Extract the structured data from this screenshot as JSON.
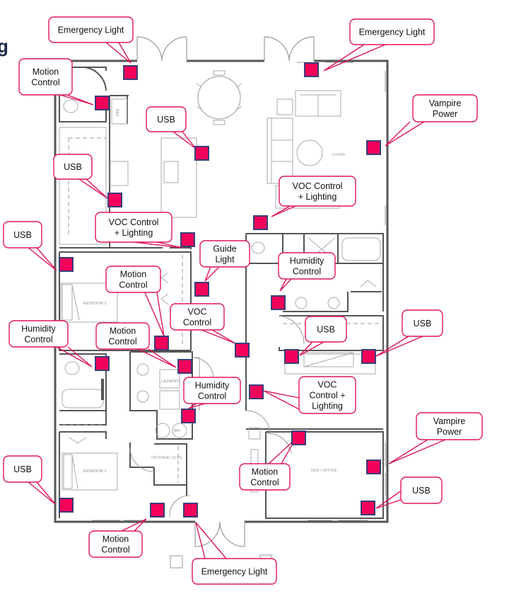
{
  "title_fragment": "g",
  "colors": {
    "marker_fill": "#f2005a",
    "marker_border": "#3a3f78",
    "callout_border": "#e0145f",
    "leader": "#e0145f",
    "wall": "#555555"
  },
  "rooms": [
    {
      "id": "living",
      "label": "LIVING"
    },
    {
      "id": "bedroom3",
      "label": "BEDROOM 3"
    },
    {
      "id": "bedroom2",
      "label": "BEDROOM 2"
    },
    {
      "id": "laundry",
      "label": "LAUNDRY"
    },
    {
      "id": "optional-clos",
      "label": "OPTIONAL CLOS."
    },
    {
      "id": "den-office",
      "label": "DEN / OFFICE"
    },
    {
      "id": "ref",
      "label": "REF"
    },
    {
      "id": "wh",
      "label": "WH"
    }
  ],
  "callouts": [
    {
      "id": "emergency-light-top-left",
      "lines": [
        "Emergency Light"
      ],
      "type": "emergency-light"
    },
    {
      "id": "emergency-light-top-right",
      "lines": [
        "Emergency Light"
      ],
      "type": "emergency-light"
    },
    {
      "id": "motion-control-powder",
      "lines": [
        "Motion",
        "Control"
      ],
      "type": "motion-control"
    },
    {
      "id": "usb-kitchen-island",
      "lines": [
        "USB"
      ],
      "type": "usb"
    },
    {
      "id": "vampire-power-living",
      "lines": [
        "Vampire",
        "Power"
      ],
      "type": "vampire-power"
    },
    {
      "id": "usb-kitchen",
      "lines": [
        "USB"
      ],
      "type": "usb"
    },
    {
      "id": "voc-lighting-living",
      "lines": [
        "VOC Control",
        "+ Lighting"
      ],
      "type": "voc-lighting"
    },
    {
      "id": "voc-lighting-kitchen",
      "lines": [
        "VOC Control",
        "+ Lighting"
      ],
      "type": "voc-lighting"
    },
    {
      "id": "usb-bedroom3",
      "lines": [
        "USB"
      ],
      "type": "usb"
    },
    {
      "id": "guide-light",
      "lines": [
        "Guide",
        "Light"
      ],
      "type": "guide-light"
    },
    {
      "id": "humidity-control-master-bath",
      "lines": [
        "Humidity",
        "Control"
      ],
      "type": "humidity-control"
    },
    {
      "id": "motion-control-bedroom3",
      "lines": [
        "Motion",
        "Control"
      ],
      "type": "motion-control"
    },
    {
      "id": "voc-control-hall",
      "lines": [
        "VOC",
        "Control"
      ],
      "type": "voc-control"
    },
    {
      "id": "usb-master-left",
      "lines": [
        "USB"
      ],
      "type": "usb"
    },
    {
      "id": "usb-master-right",
      "lines": [
        "USB"
      ],
      "type": "usb"
    },
    {
      "id": "humidity-control-bath2",
      "lines": [
        "Humidity",
        "Control"
      ],
      "type": "humidity-control"
    },
    {
      "id": "motion-control-laundry",
      "lines": [
        "Motion",
        "Control"
      ],
      "type": "motion-control"
    },
    {
      "id": "humidity-control-laundry",
      "lines": [
        "Humidity",
        "Control"
      ],
      "type": "humidity-control"
    },
    {
      "id": "voc-lighting-master",
      "lines": [
        "VOC",
        "Control +",
        "Lighting"
      ],
      "type": "voc-lighting"
    },
    {
      "id": "vampire-power-den",
      "lines": [
        "Vampire",
        "Power"
      ],
      "type": "vampire-power"
    },
    {
      "id": "usb-bedroom2",
      "lines": [
        "USB"
      ],
      "type": "usb"
    },
    {
      "id": "motion-control-den",
      "lines": [
        "Motion",
        "Control"
      ],
      "type": "motion-control"
    },
    {
      "id": "usb-den",
      "lines": [
        "USB"
      ],
      "type": "usb"
    },
    {
      "id": "motion-control-bedroom2",
      "lines": [
        "Motion",
        "Control"
      ],
      "type": "motion-control"
    },
    {
      "id": "emergency-light-bottom",
      "lines": [
        "Emergency Light"
      ],
      "type": "emergency-light"
    }
  ]
}
